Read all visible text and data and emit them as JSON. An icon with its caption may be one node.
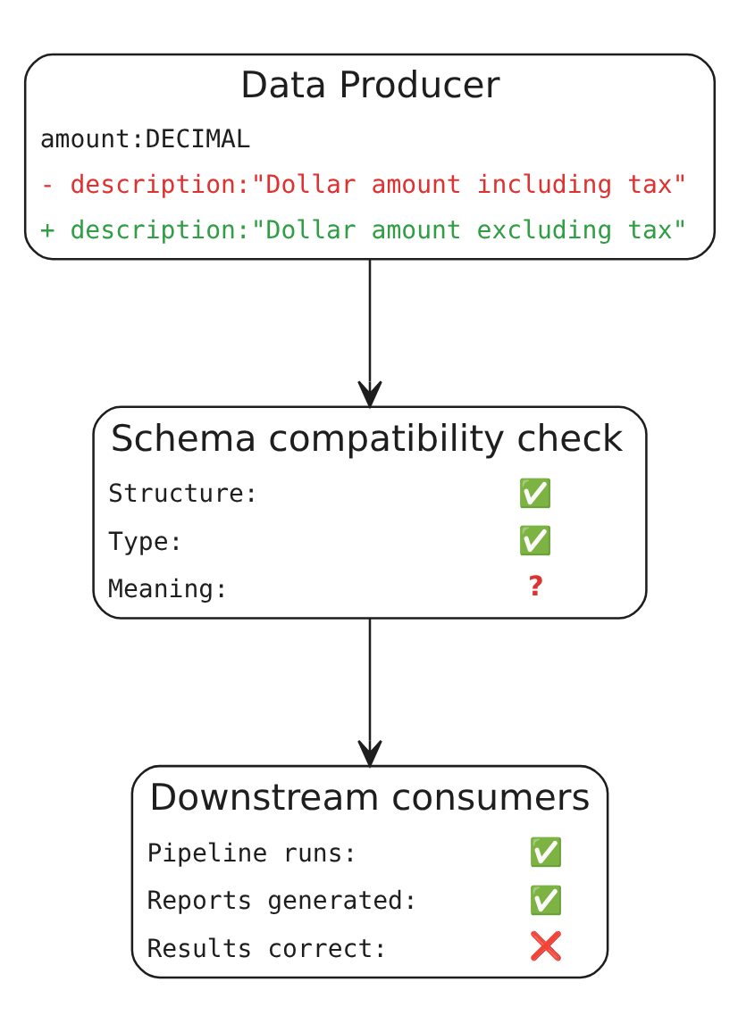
{
  "diagram": {
    "nodes": [
      {
        "text": [
          "Data Producer",
          "amount:DECIMAL",
          "- description:\"Dollar amount including tax\"",
          "+ description:\"Dollar amount excluding tax\""
        ]
      },
      {
        "text": [
          "Schema compatibility check",
          "Structure:",
          "✅",
          "Type:",
          "✅",
          "Meaning:",
          "?"
        ]
      },
      {
        "text": [
          "Downstream consumers",
          "Pipeline runs:",
          "✅",
          "Reports generated:",
          "✅",
          "Results correct:",
          "❌"
        ]
      }
    ],
    "edges": [
      {
        "from": 0,
        "to": 1,
        "arrow": "to"
      },
      {
        "from": 1,
        "to": 2,
        "arrow": "to"
      }
    ]
  }
}
